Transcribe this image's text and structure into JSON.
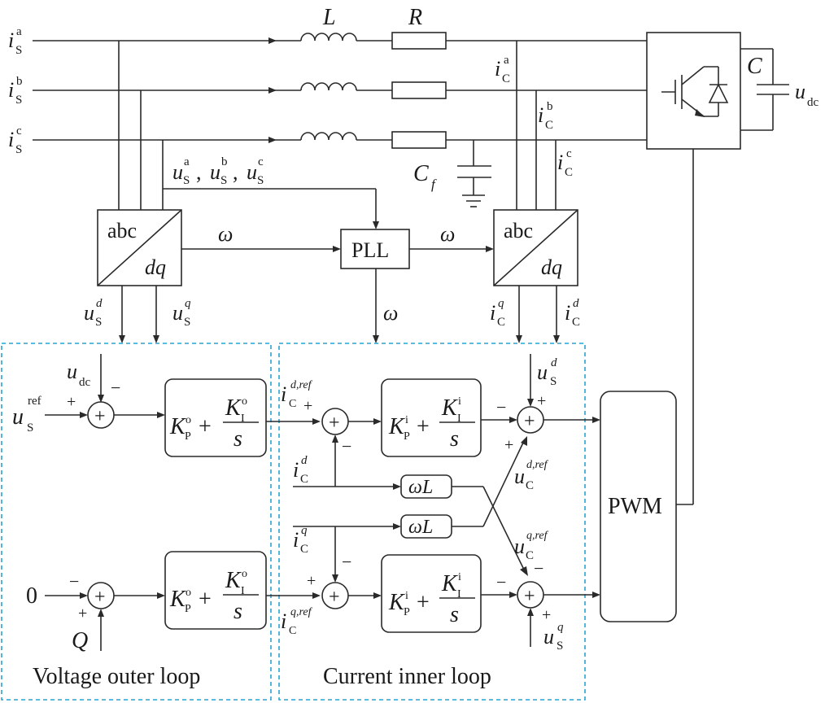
{
  "components": {
    "inductor": "L",
    "resistor": "R",
    "capacitor": "C",
    "filter_capacitor": {
      "base": "C",
      "sub": "f"
    },
    "dc_voltage": {
      "base": "u",
      "sub": "dc"
    }
  },
  "currents": {
    "grid": [
      {
        "base": "i",
        "sup": "a",
        "sub": "S"
      },
      {
        "base": "i",
        "sup": "b",
        "sub": "S"
      },
      {
        "base": "i",
        "sup": "c",
        "sub": "S"
      }
    ],
    "converter": [
      {
        "base": "i",
        "sup": "a",
        "sub": "C"
      },
      {
        "base": "i",
        "sup": "b",
        "sub": "C"
      },
      {
        "base": "i",
        "sup": "c",
        "sub": "C"
      }
    ]
  },
  "grid_voltage_label": {
    "parts": [
      {
        "base": "u",
        "sup": "a",
        "sub": "S"
      },
      {
        "base": "u",
        "sup": "b",
        "sub": "S"
      },
      {
        "base": "u",
        "sup": "c",
        "sub": "S"
      }
    ],
    "separator": ","
  },
  "blocks": {
    "transform_top": "abc",
    "transform_bottom": "dq",
    "pll": "PLL",
    "pwm": "PWM"
  },
  "omega": "ω",
  "omega_L": "ωL",
  "controllers": {
    "outer": {
      "kp_base": "K",
      "kp_sub": "P",
      "kp_sup": "o",
      "ki_base": "K",
      "ki_sub": "I",
      "ki_sup": "o",
      "plus": "+",
      "s": "s"
    },
    "inner": {
      "kp_base": "K",
      "kp_sub": "P",
      "kp_sup": "i",
      "ki_base": "K",
      "ki_sub": "I",
      "ki_sup": "i",
      "plus": "+",
      "s": "s"
    }
  },
  "signals": {
    "us_d": {
      "base": "u",
      "sub": "S",
      "sup": "d"
    },
    "us_q": {
      "base": "u",
      "sub": "S",
      "sup": "q"
    },
    "ic_q": {
      "base": "i",
      "sub": "C",
      "sup": "q"
    },
    "ic_d": {
      "base": "i",
      "sub": "C",
      "sup": "d"
    },
    "udc": {
      "base": "u",
      "sub": "dc"
    },
    "us_ref": {
      "base": "u",
      "sub": "S",
      "sup": "ref"
    },
    "icd_ref": {
      "base": "i",
      "sub": "C",
      "sup": "d,ref"
    },
    "icq_ref": {
      "base": "i",
      "sub": "C",
      "sup": "q,ref"
    },
    "ucd_ref": {
      "base": "u",
      "sub": "C",
      "sup": "d,ref"
    },
    "ucq_ref": {
      "base": "u",
      "sub": "C",
      "sup": "q,ref"
    },
    "zero": "0",
    "Q": "Q"
  },
  "signs": {
    "plus": "+",
    "minus": "−"
  },
  "summing_symbol": "+",
  "loops": {
    "outer": "Voltage outer loop",
    "inner": "Current inner loop"
  }
}
